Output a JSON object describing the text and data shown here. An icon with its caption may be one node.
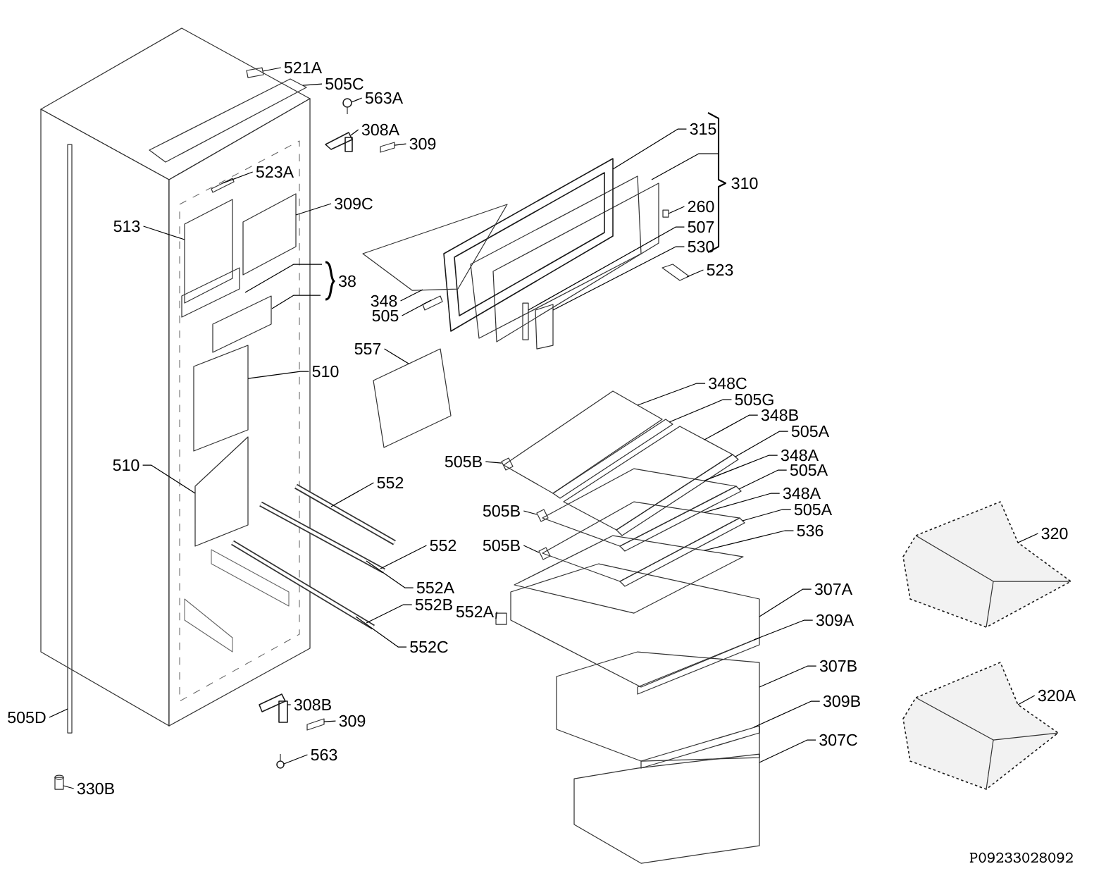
{
  "diagram": {
    "nodes": [
      {
        "text": [
          "521A"
        ]
      },
      {
        "text": [
          "505C"
        ]
      },
      {
        "text": [
          "563A"
        ]
      },
      {
        "text": [
          "308A"
        ]
      },
      {
        "text": [
          "309"
        ]
      },
      {
        "text": [
          "315"
        ]
      },
      {
        "text": [
          "310"
        ]
      },
      {
        "text": [
          "523A"
        ]
      },
      {
        "text": [
          "309C"
        ]
      },
      {
        "text": [
          "260"
        ]
      },
      {
        "text": [
          "513"
        ]
      },
      {
        "text": [
          "507"
        ]
      },
      {
        "text": [
          "530"
        ]
      },
      {
        "text": [
          "38"
        ]
      },
      {
        "text": [
          "523"
        ]
      },
      {
        "text": [
          "348"
        ]
      },
      {
        "text": [
          "505"
        ]
      },
      {
        "text": [
          "557"
        ]
      },
      {
        "text": [
          "510"
        ]
      },
      {
        "text": [
          "348C"
        ]
      },
      {
        "text": [
          "505G"
        ]
      },
      {
        "text": [
          "348B"
        ]
      },
      {
        "text": [
          "505A"
        ]
      },
      {
        "text": [
          "505B"
        ]
      },
      {
        "text": [
          "348A"
        ]
      },
      {
        "text": [
          "510"
        ]
      },
      {
        "text": [
          "505A"
        ]
      },
      {
        "text": [
          "552"
        ]
      },
      {
        "text": [
          "348A"
        ]
      },
      {
        "text": [
          "505B"
        ]
      },
      {
        "text": [
          "505A"
        ]
      },
      {
        "text": [
          "536"
        ]
      },
      {
        "text": [
          "505B"
        ]
      },
      {
        "text": [
          "552"
        ]
      },
      {
        "text": [
          "320"
        ]
      },
      {
        "text": [
          "552A"
        ]
      },
      {
        "text": [
          "307A"
        ]
      },
      {
        "text": [
          "552B"
        ]
      },
      {
        "text": [
          "552A"
        ]
      },
      {
        "text": [
          "309A"
        ]
      },
      {
        "text": [
          "552C"
        ]
      },
      {
        "text": [
          "307B"
        ]
      },
      {
        "text": [
          "309B"
        ]
      },
      {
        "text": [
          "320A"
        ]
      },
      {
        "text": [
          "505D"
        ]
      },
      {
        "text": [
          "308B"
        ]
      },
      {
        "text": [
          "309"
        ]
      },
      {
        "text": [
          "307C"
        ]
      },
      {
        "text": [
          "563"
        ]
      },
      {
        "text": [
          "330B"
        ]
      },
      {
        "text": [],
        "shape": "box"
      },
      {
        "text": [],
        "shape": "box"
      },
      {
        "text": [],
        "shape": "picture"
      },
      {
        "text": [],
        "shape": "picture"
      },
      {
        "text": [],
        "shape": "box"
      },
      {
        "text": [],
        "shape": "picture"
      },
      {
        "text": [],
        "shape": "box"
      },
      {
        "text": [],
        "shape": "box"
      },
      {
        "text": [],
        "shape": "box"
      },
      {
        "text": [],
        "shape": "box"
      },
      {
        "text": [],
        "shape": "box"
      },
      {
        "text": [],
        "shape": "box"
      },
      {
        "text": [],
        "shape": "box"
      },
      {
        "text": [],
        "shape": "box"
      },
      {
        "text": [],
        "shape": "box"
      },
      {
        "text": [],
        "shape": "box"
      },
      {
        "text": [],
        "shape": "box"
      },
      {
        "text": [],
        "shape": "box"
      },
      {
        "text": [],
        "shape": "bar"
      },
      {
        "text": [],
        "shape": "bar"
      },
      {
        "text": [],
        "shape": "bar"
      },
      {
        "text": [],
        "shape": "box"
      },
      {
        "text": [],
        "shape": "box"
      },
      {
        "text": [],
        "shape": "box"
      },
      {
        "text": [],
        "shape": "box"
      },
      {
        "text": [],
        "shape": "box"
      },
      {
        "text": [],
        "shape": "box"
      },
      {
        "text": [],
        "shape": "box"
      },
      {
        "text": [],
        "shape": "box"
      },
      {
        "text": [],
        "shape": "box"
      },
      {
        "text": [],
        "shape": "box"
      },
      {
        "text": [],
        "shape": "box"
      },
      {
        "text": [],
        "shape": "box"
      },
      {
        "text": [],
        "shape": "box"
      },
      {
        "text": [],
        "shape": "box"
      },
      {
        "text": [],
        "shape": "box"
      },
      {
        "text": [],
        "shape": "box"
      },
      {
        "text": [],
        "shape": "box"
      },
      {
        "text": [],
        "shape": "box"
      },
      {
        "text": [],
        "shape": "picture"
      },
      {
        "text": [],
        "shape": "picture"
      },
      {
        "text": [],
        "shape": "box"
      },
      {
        "text": [],
        "shape": "picture"
      },
      {
        "text": [],
        "shape": "box"
      },
      {
        "text": [],
        "shape": "picture"
      },
      {
        "text": [],
        "shape": "box"
      }
    ],
    "edges": [
      {
        "from": 0,
        "to": 50,
        "arrow": "none"
      },
      {
        "from": 1,
        "to": 51,
        "arrow": "none"
      },
      {
        "from": 2,
        "to": 52,
        "arrow": "none"
      },
      {
        "from": 3,
        "to": 53,
        "arrow": "none"
      },
      {
        "from": 4,
        "to": 54,
        "arrow": "none"
      },
      {
        "from": 5,
        "to": 55,
        "arrow": "none"
      },
      {
        "from": 7,
        "to": 64,
        "arrow": "none"
      },
      {
        "from": 8,
        "to": 65,
        "arrow": "none"
      },
      {
        "from": 9,
        "to": 56,
        "arrow": "none"
      },
      {
        "from": 10,
        "to": 63,
        "arrow": "none"
      },
      {
        "from": 11,
        "to": 57,
        "arrow": "none"
      },
      {
        "from": 12,
        "to": 58,
        "arrow": "none"
      },
      {
        "from": 14,
        "to": 59,
        "arrow": "none"
      },
      {
        "from": 15,
        "to": 60,
        "arrow": "none"
      },
      {
        "from": 16,
        "to": 61,
        "arrow": "none"
      },
      {
        "from": 17,
        "to": 62,
        "arrow": "none"
      },
      {
        "from": 18,
        "to": 66,
        "arrow": "none"
      },
      {
        "from": 19,
        "to": 71,
        "arrow": "none"
      },
      {
        "from": 20,
        "to": 72,
        "arrow": "none"
      },
      {
        "from": 21,
        "to": 73,
        "arrow": "none"
      },
      {
        "from": 22,
        "to": 74,
        "arrow": "none"
      },
      {
        "from": 23,
        "to": 75,
        "arrow": "none"
      },
      {
        "from": 24,
        "to": 76,
        "arrow": "none"
      },
      {
        "from": 25,
        "to": 67,
        "arrow": "none"
      },
      {
        "from": 26,
        "to": 77,
        "arrow": "none"
      },
      {
        "from": 27,
        "to": 68,
        "arrow": "none"
      },
      {
        "from": 28,
        "to": 78,
        "arrow": "none"
      },
      {
        "from": 29,
        "to": 80,
        "arrow": "none"
      },
      {
        "from": 30,
        "to": 79,
        "arrow": "none"
      },
      {
        "from": 31,
        "to": 82,
        "arrow": "none"
      },
      {
        "from": 32,
        "to": 81,
        "arrow": "none"
      },
      {
        "from": 33,
        "to": 69,
        "arrow": "none"
      },
      {
        "from": 34,
        "to": 89,
        "arrow": "none"
      },
      {
        "from": 35,
        "to": 69,
        "arrow": "none"
      },
      {
        "from": 36,
        "to": 83,
        "arrow": "none"
      },
      {
        "from": 37,
        "to": 70,
        "arrow": "none"
      },
      {
        "from": 38,
        "to": 84,
        "arrow": "none"
      },
      {
        "from": 39,
        "to": 85,
        "arrow": "none"
      },
      {
        "from": 40,
        "to": 70,
        "arrow": "none"
      },
      {
        "from": 41,
        "to": 86,
        "arrow": "none"
      },
      {
        "from": 42,
        "to": 87,
        "arrow": "none"
      },
      {
        "from": 43,
        "to": 90,
        "arrow": "none"
      },
      {
        "from": 44,
        "to": 91,
        "arrow": "none"
      },
      {
        "from": 45,
        "to": 92,
        "arrow": "none"
      },
      {
        "from": 46,
        "to": 93,
        "arrow": "none"
      },
      {
        "from": 47,
        "to": 88,
        "arrow": "none"
      },
      {
        "from": 48,
        "to": 94,
        "arrow": "none"
      },
      {
        "from": 49,
        "to": 95,
        "arrow": "none"
      }
    ],
    "labels": [
      "P09233028092"
    ]
  }
}
